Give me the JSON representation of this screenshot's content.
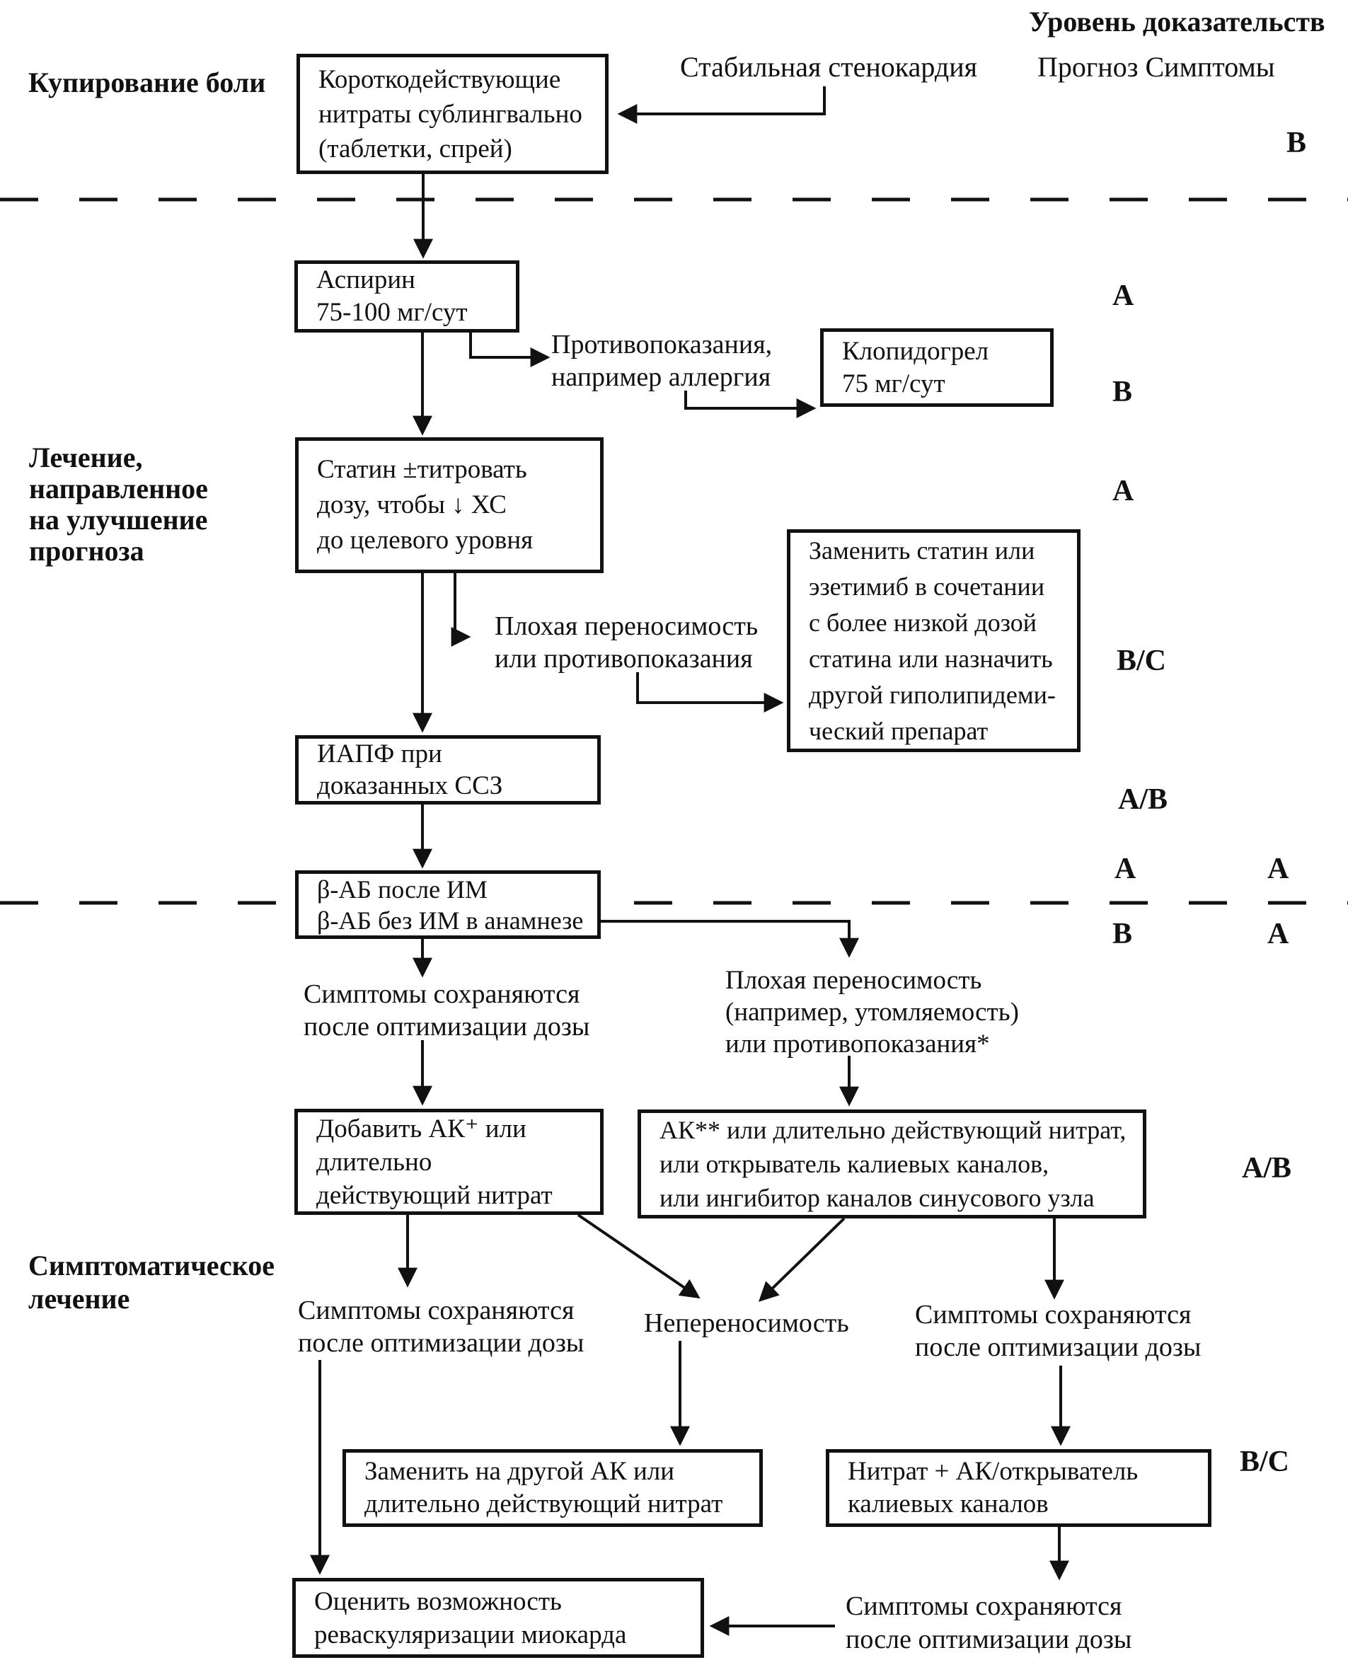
{
  "colors": {
    "ink": "#111111",
    "background": "#ffffff"
  },
  "header": {
    "evidence_title": "Уровень доказательств",
    "start_label": "Стабильная стенокардия",
    "columns_label": "Прогноз Симптомы"
  },
  "sections": {
    "pain_relief": "Купирование боли",
    "prognosis": "Лечение,\nнаправленное\nна улучшение\nпрогноза",
    "symptomatic": "Симптоматическое\nлечение"
  },
  "boxes": {
    "nitrates": "Короткодействующие\nнитраты сублингвально\n(таблетки, спрей)",
    "aspirin": "Аспирин\n75-100 мг/сут",
    "clopidogrel": "Клопидогрел\n75 мг/сут",
    "statin": "Статин ±титровать\nдозу, чтобы ↓ ХС\nдо целевого уровня",
    "replace_statin": "Заменить статин или\nэзетимиб в сочетании\nс более низкой дозой\nстатина или назначить\nдругой гиполипидеми-\nческий препарат",
    "acei": "ИАПФ при\nдоказанных ССЗ",
    "beta_blocker": "β-АБ после ИМ\nβ-АБ без ИМ в анамнезе",
    "add_ccb": "Добавить АК⁺ или\nдлительно\nдействующий нитрат",
    "ccb_alt": "АК** или длительно действующий нитрат,\nили открыватель калиевых каналов,\nили ингибитор каналов синусового узла",
    "switch_ccb": "Заменить на другой АК или\nдлительно действующий нитрат",
    "nitrate_plus": "Нитрат + АК/открыватель\nкалиевых каналов",
    "revascularization": "Оценить возможность\nреваскуляризации миокарда"
  },
  "notes": {
    "contraindications": "Противопоказания,\nнапример аллергия",
    "poor_tolerance_statin": "Плохая переносимость\nили противопоказания",
    "symptoms_persist_1": "Симптомы сохраняются\nпосле оптимизации дозы",
    "poor_tolerance_bb": "Плохая переносимость\n(например, утомляемость)\nили противопоказания*",
    "symptoms_persist_left": "Симптомы сохраняются\nпосле оптимизации дозы",
    "intolerance": "Непереносимость",
    "symptoms_persist_right": "Симптомы сохраняются\nпосле оптимизации дозы",
    "symptoms_persist_final": "Симптомы сохраняются\nпосле оптимизации дозы"
  },
  "levels": {
    "nitrates_symptoms": "В",
    "aspirin_prognosis": "А",
    "clopidogrel_prognosis": "В",
    "statin_prognosis": "А",
    "replace_statin": "В/С",
    "acei_prognosis": "А/В",
    "bb_post_mi_prognosis": "А",
    "bb_post_mi_symptoms": "А",
    "bb_no_mi_prognosis": "В",
    "bb_no_mi_symptoms": "А",
    "ccb_row": "А/В",
    "nitrate_plus_row": "В/С"
  }
}
